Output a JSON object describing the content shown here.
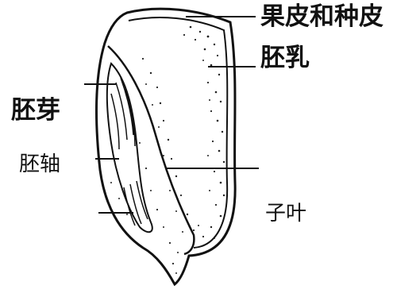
{
  "diagram": {
    "labels": {
      "pericarp_seed_coat": "果皮和种皮",
      "endosperm": "胚乳",
      "plumule": "胚芽",
      "hypocotyl": "胚轴",
      "cotyledon": "子叶"
    }
  }
}
